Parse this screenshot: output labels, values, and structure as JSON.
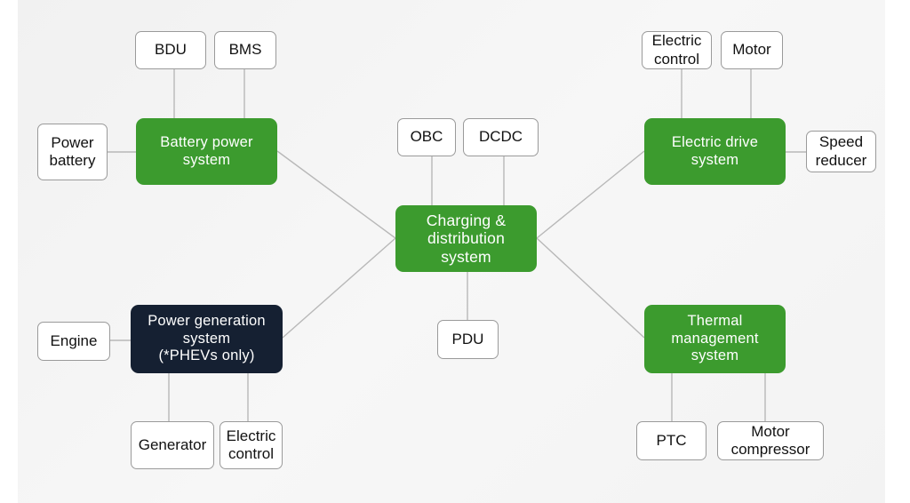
{
  "diagram": {
    "center": "Charging &\ndistribution\nsystem",
    "battery": {
      "label": "Battery power\nsystem",
      "leaves": {
        "bdu": "BDU",
        "bms": "BMS",
        "power_battery": "Power\nbattery"
      }
    },
    "charging": {
      "leaves": {
        "obc": "OBC",
        "dcdc": "DCDC",
        "pdu": "PDU"
      }
    },
    "drive": {
      "label": "Electric drive\nsystem",
      "leaves": {
        "electric_control": "Electric\ncontrol",
        "motor": "Motor",
        "speed_reducer": "Speed\nreducer"
      }
    },
    "generation": {
      "label": "Power generation\nsystem\n(*PHEVs only)",
      "leaves": {
        "engine": "Engine",
        "generator": "Generator",
        "electric_control": "Electric\ncontrol"
      }
    },
    "thermal": {
      "label": "Thermal\nmanagement\nsystem",
      "leaves": {
        "ptc": "PTC",
        "motor_compressor": "Motor\ncompressor"
      }
    }
  },
  "colors": {
    "hub_green": "#3c9b2e",
    "hub_dark": "#152032",
    "leaf_border": "#9a9a9a",
    "connector": "#b8b8b8"
  }
}
